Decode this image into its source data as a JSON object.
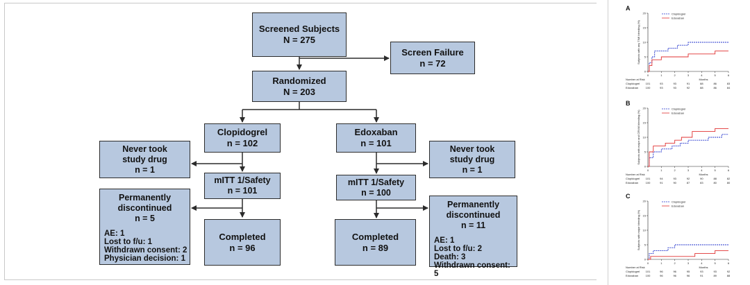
{
  "flowchart": {
    "screened": {
      "line1": "Screened Subjects",
      "line2": "N = 275"
    },
    "screen_failure": {
      "line1": "Screen Failure",
      "line2": "n = 72"
    },
    "randomized": {
      "line1": "Randomized",
      "line2": "N = 203"
    },
    "clopidogrel": {
      "line1": "Clopidogrel",
      "line2": "n = 102"
    },
    "edoxaban": {
      "line1": "Edoxaban",
      "line2": "n = 101"
    },
    "never_left": {
      "line1": "Never took",
      "line2": "study drug",
      "line3": "n = 1"
    },
    "never_right": {
      "line1": "Never took",
      "line2": "study drug",
      "line3": "n = 1"
    },
    "mitt_left": {
      "line1": "mITT 1/Safety",
      "line2": "n = 101"
    },
    "mitt_right": {
      "line1": "mITT 1/Safety",
      "line2": "n = 100"
    },
    "disc_left": {
      "line1": "Permanently",
      "line2": "discontinued",
      "line3": "n = 5",
      "details": [
        "AE: 1",
        "Lost to f/u: 1",
        "Withdrawn consent: 2",
        "Physician decision: 1"
      ]
    },
    "disc_right": {
      "line1": "Permanently",
      "line2": "discontinued",
      "line3": "n = 11",
      "details": [
        "AE: 1",
        "Lost to f/u: 2",
        "Death: 3",
        "Withdrawn consent: 5"
      ]
    },
    "completed_left": {
      "line1": "Completed",
      "line2": "n = 96"
    },
    "completed_right": {
      "line1": "Completed",
      "line2": "n = 89"
    }
  },
  "chart_data": [
    {
      "type": "line",
      "panel": "A",
      "ylabel": "Subjects with any TIMI bleeding (%)",
      "xlabel": "Months",
      "x_ticks": [
        0,
        1,
        2,
        3,
        4,
        5,
        6
      ],
      "y_ticks": [
        0,
        5,
        10,
        15,
        20
      ],
      "ylim": [
        0,
        20
      ],
      "xlim": [
        0,
        6
      ],
      "series": [
        {
          "name": "Clopidogrel",
          "color": "#2233cc",
          "dash": true,
          "points": [
            [
              0,
              0
            ],
            [
              0.1,
              3
            ],
            [
              0.3,
              5
            ],
            [
              0.5,
              7
            ],
            [
              1.2,
              7
            ],
            [
              1.5,
              8
            ],
            [
              2.2,
              9
            ],
            [
              3,
              10
            ],
            [
              6,
              10
            ]
          ]
        },
        {
          "name": "Edoxaban",
          "color": "#e03030",
          "dash": false,
          "points": [
            [
              0,
              0
            ],
            [
              0.1,
              2
            ],
            [
              0.3,
              4
            ],
            [
              1,
              5
            ],
            [
              2,
              5
            ],
            [
              3,
              6
            ],
            [
              4,
              6
            ],
            [
              5,
              7
            ],
            [
              6,
              7
            ]
          ]
        }
      ],
      "risk_title": "Number at Risk",
      "risk_table": [
        {
          "name": "Clopidogrel",
          "values": [
            "101",
            "93",
            "93",
            "91",
            "88",
            "86",
            "83"
          ]
        },
        {
          "name": "Edoxaban",
          "values": [
            "100",
            "93",
            "93",
            "92",
            "88",
            "86",
            "84"
          ]
        }
      ]
    },
    {
      "type": "line",
      "panel": "B",
      "ylabel": "Subjects with major and CRNM bleeding (%)",
      "xlabel": "Months",
      "x_ticks": [
        0,
        1,
        2,
        3,
        4,
        5,
        6
      ],
      "y_ticks": [
        0,
        5,
        10,
        15,
        20
      ],
      "ylim": [
        0,
        20
      ],
      "xlim": [
        0,
        6
      ],
      "series": [
        {
          "name": "Clopidogrel",
          "color": "#2233cc",
          "dash": true,
          "points": [
            [
              0,
              0
            ],
            [
              0.1,
              3
            ],
            [
              0.4,
              5
            ],
            [
              1,
              6
            ],
            [
              1.8,
              7
            ],
            [
              2.4,
              8
            ],
            [
              3,
              9
            ],
            [
              4.5,
              10
            ],
            [
              5.5,
              11
            ],
            [
              6,
              11
            ]
          ]
        },
        {
          "name": "Edoxaban",
          "color": "#e03030",
          "dash": false,
          "points": [
            [
              0,
              0
            ],
            [
              0.1,
              5
            ],
            [
              0.4,
              7
            ],
            [
              1.3,
              8
            ],
            [
              2,
              9
            ],
            [
              2.5,
              10
            ],
            [
              3.3,
              12
            ],
            [
              5,
              13
            ],
            [
              6,
              13
            ]
          ]
        }
      ],
      "risk_title": "Number at Risk",
      "risk_table": [
        {
          "name": "Clopidogrel",
          "values": [
            "101",
            "94",
            "93",
            "92",
            "90",
            "88",
            "82"
          ]
        },
        {
          "name": "Edoxaban",
          "values": [
            "100",
            "91",
            "90",
            "87",
            "83",
            "80",
            "80"
          ]
        }
      ]
    },
    {
      "type": "line",
      "panel": "C",
      "ylabel": "Subjects with major bleeding (%)",
      "xlabel": "Months",
      "x_ticks": [
        0,
        1,
        2,
        3,
        4,
        5,
        6
      ],
      "y_ticks": [
        0,
        5,
        10,
        15,
        20
      ],
      "ylim": [
        0,
        20
      ],
      "xlim": [
        0,
        6
      ],
      "series": [
        {
          "name": "Clopidogrel",
          "color": "#2233cc",
          "dash": true,
          "points": [
            [
              0,
              0
            ],
            [
              0.1,
              2
            ],
            [
              0.4,
              3
            ],
            [
              1.5,
              4
            ],
            [
              2,
              5
            ],
            [
              6,
              5
            ]
          ]
        },
        {
          "name": "Edoxaban",
          "color": "#e03030",
          "dash": false,
          "points": [
            [
              0,
              0
            ],
            [
              0.2,
              1
            ],
            [
              3,
              1
            ],
            [
              3.5,
              2
            ],
            [
              5,
              3
            ],
            [
              6,
              3
            ]
          ]
        }
      ],
      "risk_title": "Number at Risk",
      "risk_table": [
        {
          "name": "Clopidogrel",
          "values": [
            "101",
            "96",
            "96",
            "95",
            "93",
            "93",
            "92"
          ]
        },
        {
          "name": "Edoxaban",
          "values": [
            "100",
            "96",
            "96",
            "96",
            "91",
            "89",
            "88"
          ]
        }
      ]
    }
  ]
}
